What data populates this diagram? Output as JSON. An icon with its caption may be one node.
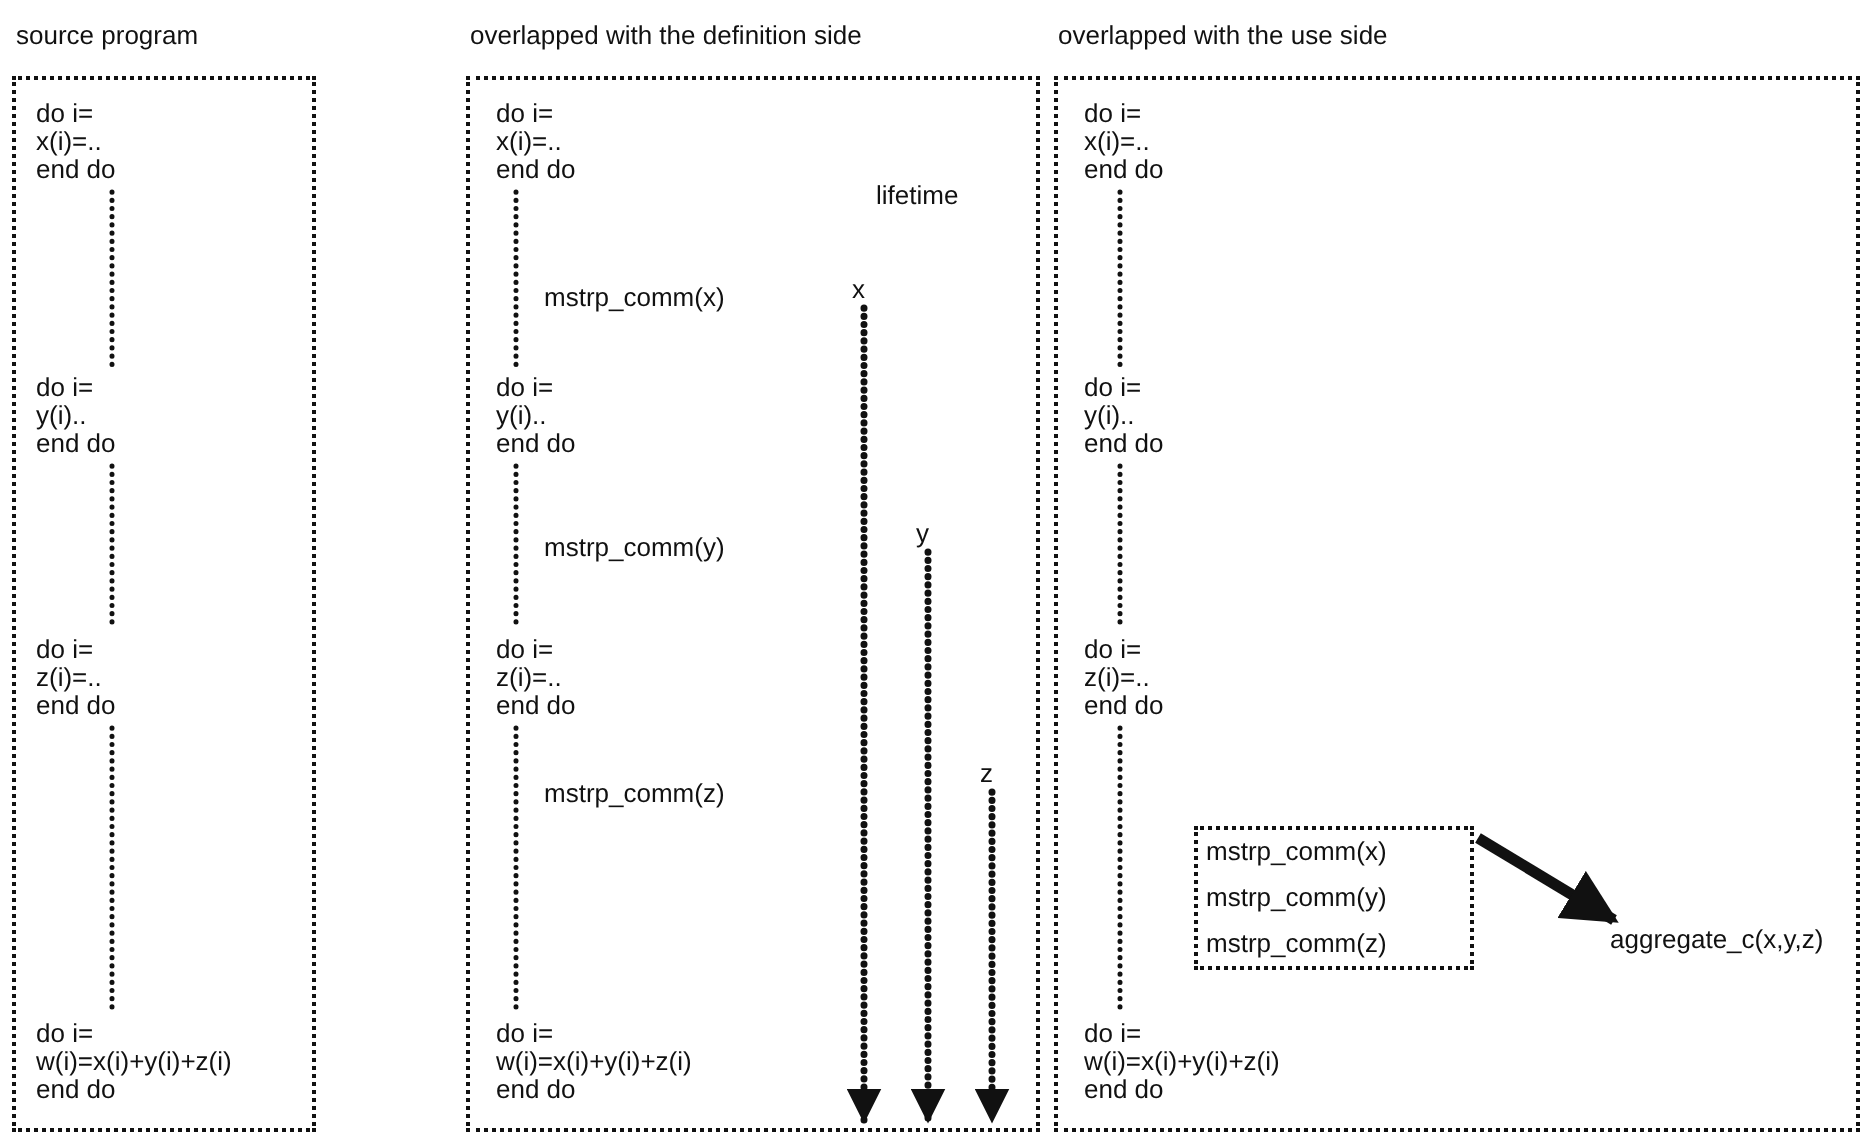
{
  "diagram": {
    "nodes": [
      {
        "text": [
          "source program"
        ]
      },
      {
        "text": [
          "do i= x(i)=.. end do"
        ],
        "in": 0
      },
      {
        "text": [
          "do i= y(i).. end do"
        ],
        "in": 0
      },
      {
        "text": [
          "do i= z(i)=.. end do"
        ],
        "in": 0
      },
      {
        "text": [
          "do i= w(i)=x(i)+y(i)+z(i) end do"
        ],
        "in": 0
      },
      {
        "text": [
          "overlapped with the definition side"
        ]
      },
      {
        "text": [
          "do i= x(i)=.. end do"
        ],
        "in": 5
      },
      {
        "text": [
          "do i= y(i).. end do"
        ],
        "in": 5
      },
      {
        "text": [
          "do i= z(i)=.. end do"
        ],
        "in": 5
      },
      {
        "text": [
          "do i= w(i)=x(i)+y(i)+z(i) end do"
        ],
        "in": 5
      },
      {
        "text": [
          "x"
        ],
        "in": 5
      },
      {
        "text": [
          "y"
        ],
        "in": 5
      },
      {
        "text": [
          "z"
        ],
        "in": 5
      },
      {
        "text": [
          "overlapped with the use side"
        ]
      },
      {
        "text": [
          "do i= x(i)=.. end do"
        ],
        "in": 13
      },
      {
        "text": [
          "do i= y(i).. end do"
        ],
        "in": 13
      },
      {
        "text": [
          "do i= z(i)=.. end do"
        ],
        "in": 13
      },
      {
        "text": [
          "do i= w(i)=x(i)+y(i)+z(i) end do"
        ],
        "in": 13
      },
      {
        "text": [
          "mstrp_comm(x)",
          "mstrp_comm(y)",
          "mstrp_comm(z)"
        ],
        "in": 13
      },
      {
        "text": [
          "aggregate_c(x,y,z)"
        ],
        "in": 13
      }
    ],
    "edges": [
      {
        "from": 1,
        "to": 2,
        "arrow": "none",
        "style": "dashed"
      },
      {
        "from": 2,
        "to": 3,
        "arrow": "none",
        "style": "dashed"
      },
      {
        "from": 3,
        "to": 4,
        "arrow": "none",
        "style": "dashed"
      },
      {
        "from": 6,
        "to": 7,
        "arrow": "none",
        "style": "dashed",
        "label": "mstrp_comm(x)"
      },
      {
        "from": 7,
        "to": 8,
        "arrow": "none",
        "style": "dashed",
        "label": "mstrp_comm(y)"
      },
      {
        "from": 8,
        "to": 9,
        "arrow": "none",
        "style": "dashed",
        "label": "mstrp_comm(z)"
      },
      {
        "from": 10,
        "to": null,
        "arrow": "to",
        "style": "dashed"
      },
      {
        "from": 11,
        "to": null,
        "arrow": "to",
        "style": "dashed"
      },
      {
        "from": 12,
        "to": null,
        "arrow": "to",
        "style": "dashed"
      },
      {
        "from": 14,
        "to": 15,
        "arrow": "none",
        "style": "dashed"
      },
      {
        "from": 15,
        "to": 16,
        "arrow": "none",
        "style": "dashed"
      },
      {
        "from": 16,
        "to": 17,
        "arrow": "none",
        "style": "dashed"
      },
      {
        "from": 18,
        "to": 19,
        "arrow": "to",
        "style": "thick"
      }
    ],
    "labels": [
      "lifetime"
    ]
  }
}
